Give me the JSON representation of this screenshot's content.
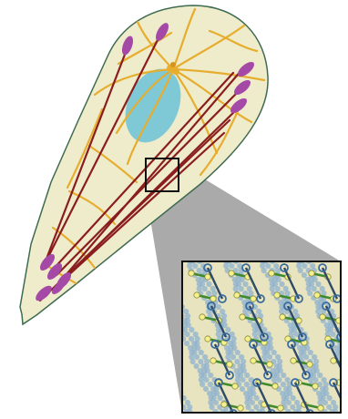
{
  "figure": {
    "colors": {
      "background": "#ffffff",
      "cell_fill": "#efeccb",
      "cell_outline": "#3f6b52",
      "nucleus": "#7fc8d6",
      "actin_filament": "#e6ad2f",
      "stress_fiber": "#8a1d1d",
      "focal_adhesion": "#a44aa6",
      "zoom_wedge": "#9b9b9b",
      "zoom_box_outline": "#111111",
      "inset_background": "#e8e4bf",
      "actin_strand": "#8fb1cf",
      "myosin_rod": "#2e4a66",
      "myosin_head": "#3a6c9e",
      "crosslinker_bar": "#3f8a2c",
      "crosslinker_end": "#f4f08a"
    },
    "parts": [
      "cell-body",
      "nucleus",
      "actin-network",
      "stress-fibers",
      "focal-adhesions",
      "zoom-box",
      "magnified-inset"
    ]
  }
}
